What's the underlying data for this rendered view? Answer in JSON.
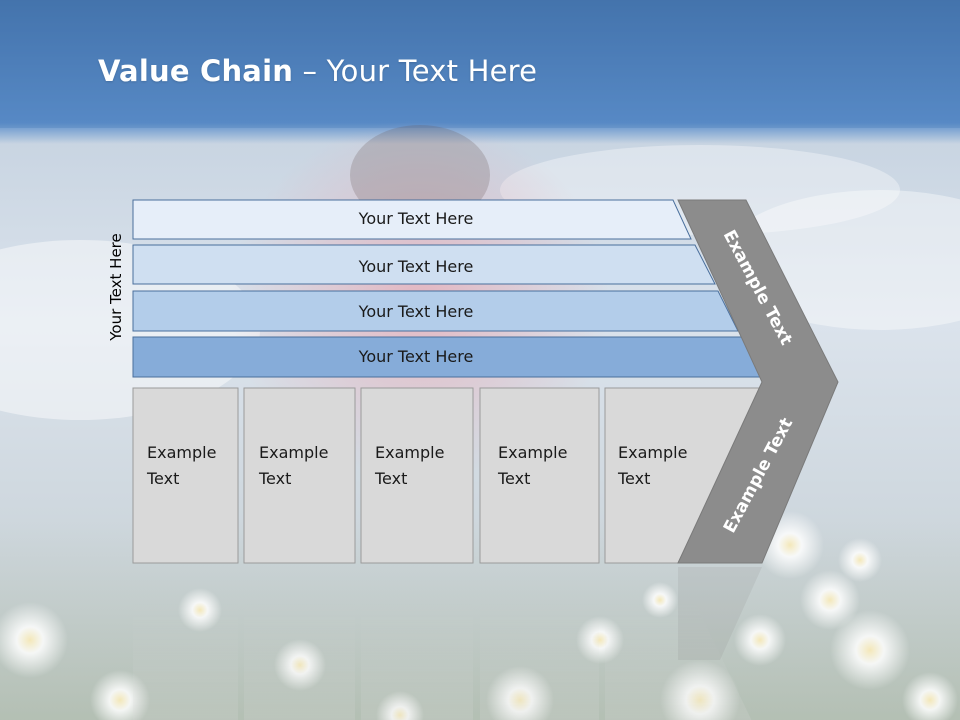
{
  "slide": {
    "title_bold": "Value Chain",
    "title_rest": " – Your Text Here",
    "side_label": "Your Text Here"
  },
  "rows": [
    {
      "label": "Your Text Here",
      "color": "#e6eef9"
    },
    {
      "label": "Your Text Here",
      "color": "#cfdff1"
    },
    {
      "label": "Your Text Here",
      "color": "#b3cdea"
    },
    {
      "label": "Your Text Here",
      "color": "#86acd9"
    }
  ],
  "boxes": [
    {
      "line1": "Example",
      "line2": "Text"
    },
    {
      "line1": "Example",
      "line2": "Text"
    },
    {
      "line1": "Example",
      "line2": "Text"
    },
    {
      "line1": "Example",
      "line2": "Text"
    },
    {
      "line1": "Example",
      "line2": "Text"
    }
  ],
  "chevron": {
    "top_label": "Example Text",
    "bottom_label": "Example Text",
    "color": "#8c8c8c"
  },
  "colors": {
    "sky_top": "#3f6ea5",
    "sky_band": "#5c8fcb",
    "box_fill": "#d9d9d9",
    "row_stroke": "#4a6f9c"
  }
}
